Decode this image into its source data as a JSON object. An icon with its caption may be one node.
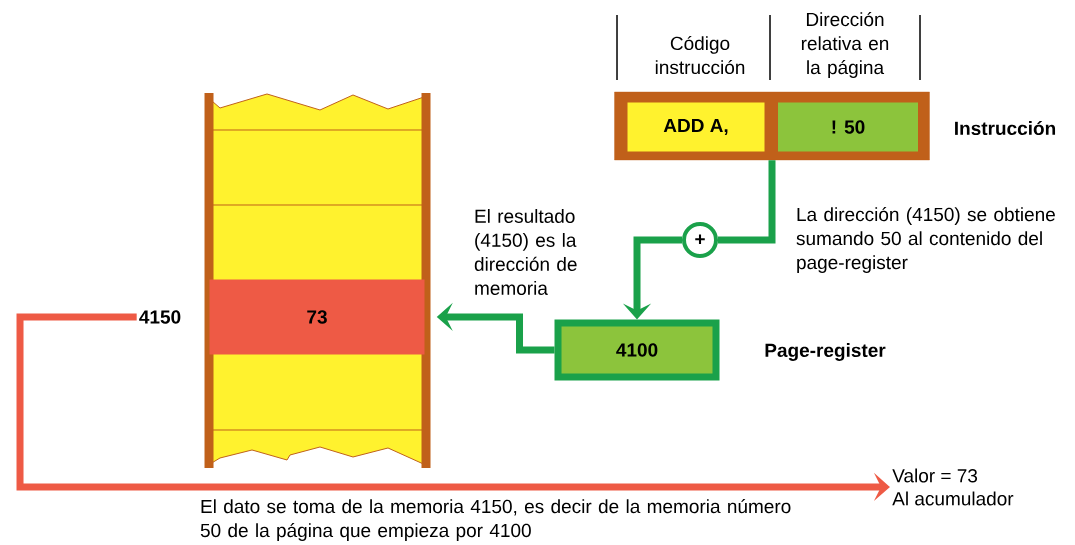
{
  "diagram": {
    "nodes": [
      {
        "text": [],
        "shape": "box"
      },
      {
        "text": [
          "ADD A,"
        ],
        "in": 0
      },
      {
        "text": [
          "! 50"
        ],
        "in": 0
      },
      {
        "text": [
          "+"
        ]
      },
      {
        "text": [
          "4100"
        ]
      },
      {
        "text": [],
        "shape": "box"
      },
      {
        "text": [
          "73"
        ],
        "in": 5
      },
      {
        "text": [
          "4150"
        ]
      },
      {
        "text": [
          "Valor = 73",
          "Al acumulador"
        ]
      }
    ],
    "edges": [
      {
        "from": 0,
        "to": 3,
        "arrow": "none"
      },
      {
        "from": 3,
        "to": 4,
        "arrow": "to"
      },
      {
        "from": 4,
        "to": 6,
        "arrow": "to"
      },
      {
        "from": 7,
        "to": 8,
        "arrow": "to",
        "color": "#ee5a45"
      }
    ],
    "labels": [
      "Instrucción",
      "Page-register",
      "Código instrucción",
      "Dirección relativa en la página",
      "El resultado (4150) es la dirección de memoria",
      "La dirección (4150) se obtiene sumando 50 al contenido del page-register",
      "El dato se toma de la memoria 4150, es decir de la memoria número 50 de la página que empieza por 4100"
    ]
  }
}
